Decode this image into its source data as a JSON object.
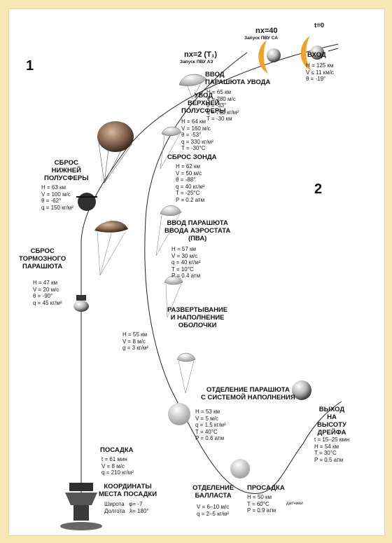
{
  "labels": {
    "panel1": "1",
    "panel2": "2",
    "t0": "t=0",
    "entry_title": "ВХОД",
    "entry_params": "H = 125 км\nV ≤ 11 км/с\nθ = -19°",
    "nx40": "nх=40",
    "nx40_sub": "Запуск ПВУ СА",
    "nx2": "nх=2 (T₁)",
    "nx2_sub": "Запуск ПВУ АЗ",
    "drogue_title": "ВВОД\nПАРАШЮТА УВОДА",
    "drogue_params": "H = 65 км\nV = 280 м/с\nθ = -33°\nq = 790 кг/м²\nT = -30 км",
    "upper_title": "УВОД\nВЕРХНЕЙ\nПОЛУСФЕРЫ",
    "upper_params": "H = 64 км\nV = 160 м/с\nθ = -53°\nq = 330 кг/м²\nT = -30°C",
    "probe_title": "СБРОС ЗОНДА",
    "probe_params": "H = 62 км\nV = 50 м/с\nθ = -88°\nq = 40 кг/м²\nT = -25°C\nP = 0.2 атм",
    "lower_title": "СБРОС\nНИЖНЕЙ\nПОЛУСФЕРЫ",
    "lower_params": "H = 63 км\nV = 100 м/с\nθ = -62°\nq = 150 кг/м²",
    "pva_title": "ВВОД ПАРАШЮТА\nВВОДА АЭРОСТАТА\n(ПВА)",
    "pva_params": "H = 57 км\nV = 30 м/с\nq = 40 кг/м²\nT = 10°C\nP = 0.4 атм",
    "brake_title": "СБРОС\nТОРМОЗНОГО\nПАРАШЮТА",
    "brake_params": "H = 47 км\nV = 20 м/с\nθ = -90°\nq = 45 кг/м²",
    "deploy_title": "РАЗВЕРТЫВАНИЕ\nИ НАПОЛНЕНИЕ\nОБОЛОЧКИ",
    "deploy_params": "H = 55 км\nV = 8 м/с\ng = 3 кг/м²",
    "sep_title": "ОТДЕЛЕНИЕ ПАРАШЮТА\nС СИСТЕМОЙ НАПОЛНЕНИЯ",
    "sep_params": "H = 53 км\nV = 5 м/с\nq = 1.5 кг/м²\nT = 40°C\nP = 0.6 атм",
    "drift_title": "ВЫХОД\nНА\nВЫСОТУ\nДРЕЙФА",
    "drift_params": "t = 15–25 мин\nH = 54 км\nT = 30°C\nP = 0.5 атм",
    "landing_title": "ПОСАДКА",
    "landing_params": "t = 61 мин\nV = 8 м/с\nq = 210 кг/м²",
    "coords_title": "КООРДИНАТЫ\nМЕСТА ПОСАДКИ",
    "coords_params": "Широта   φ= -7\nДолгота   λ= 180°",
    "ballast_title": "ОТДЕЛЕНИЕ\nБАЛЛАСТА",
    "ballast_params": "V = 6–10 м/с\nq = 2–5 кг/м²",
    "sag_title": "ПРОСАДКА",
    "sag_params": "H = 50 км\nT = 60°C\nP = 0.9 атм",
    "sensors": "датчики"
  },
  "colors": {
    "background": "#f6e7b4",
    "panel": "#ffffff",
    "trajectory": "#222222",
    "flame": "#f2a12a"
  }
}
